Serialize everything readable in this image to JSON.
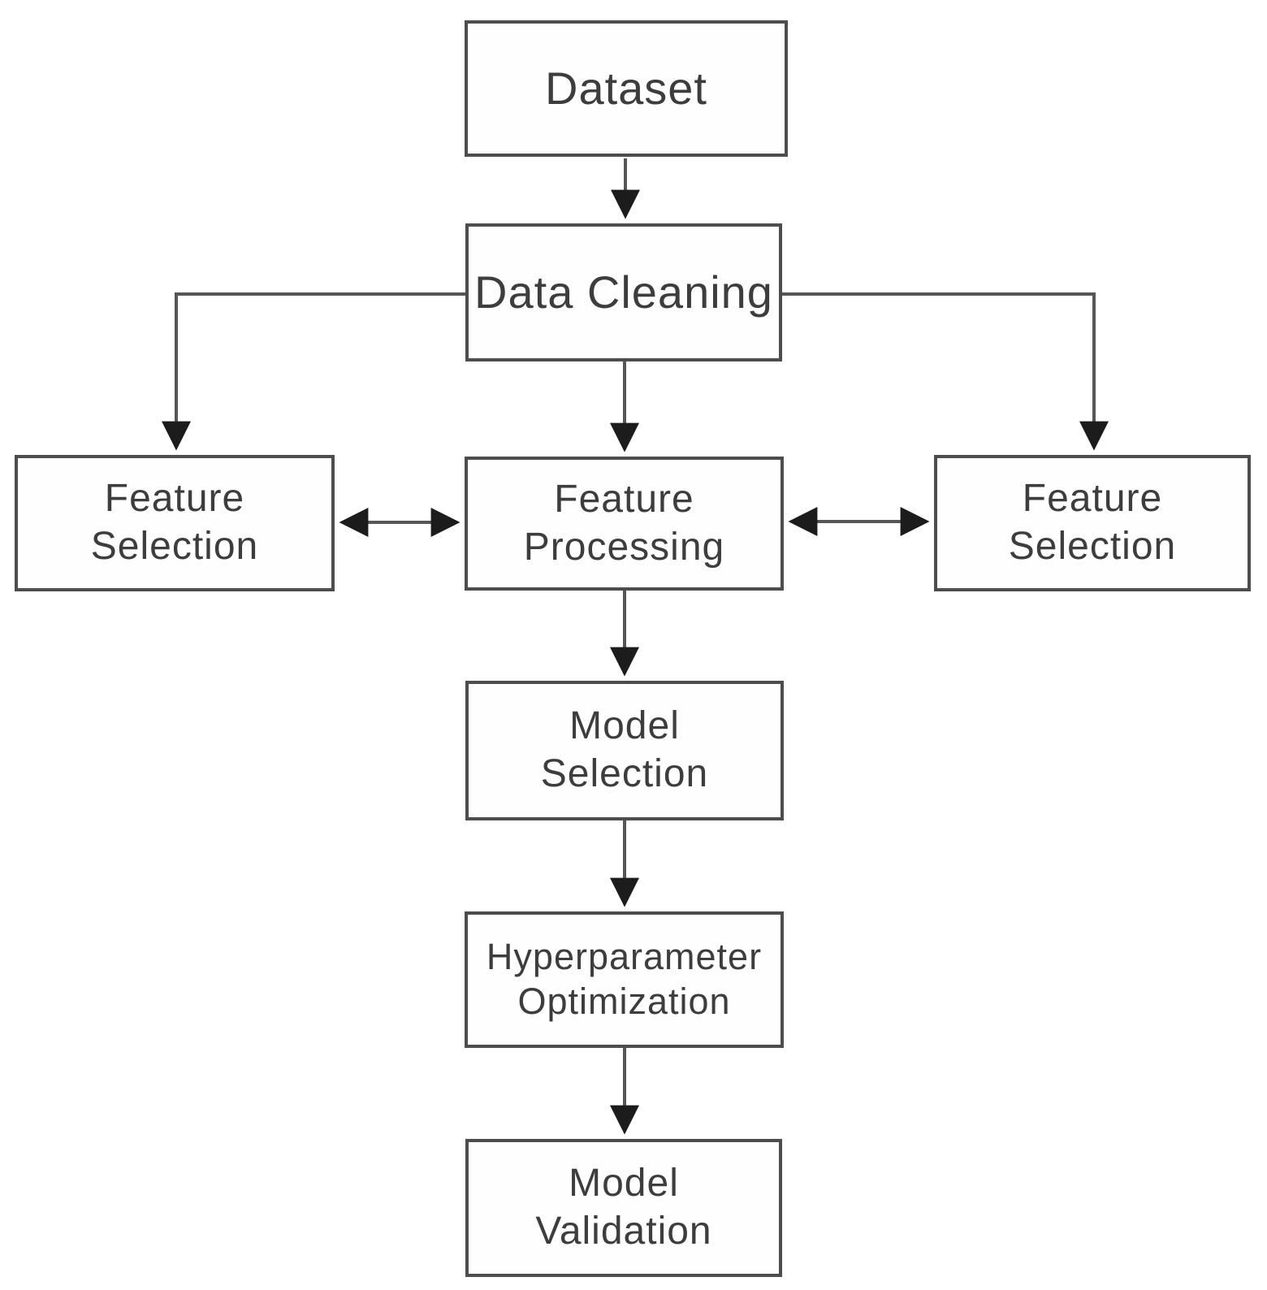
{
  "diagram": {
    "type": "flowchart",
    "description": "Machine learning workflow pipeline",
    "nodes": {
      "dataset": {
        "label": "Dataset"
      },
      "data_cleaning": {
        "label": "Data Cleaning"
      },
      "feature_selection_left": {
        "label": "Feature\nSelection"
      },
      "feature_processing": {
        "label": "Feature\nProcessing"
      },
      "feature_selection_right": {
        "label": "Feature\nSelection"
      },
      "model_selection": {
        "label": "Model\nSelection"
      },
      "hyperparameter_optimization": {
        "label": "Hyperparameter\nOptimization"
      },
      "model_validation": {
        "label": "Model\nValidation"
      }
    },
    "edges": [
      {
        "from": "Dataset",
        "to": "Data Cleaning",
        "type": "arrow"
      },
      {
        "from": "Data Cleaning",
        "to": "Feature Selection (left)",
        "type": "arrow"
      },
      {
        "from": "Data Cleaning",
        "to": "Feature Processing",
        "type": "arrow"
      },
      {
        "from": "Data Cleaning",
        "to": "Feature Selection (right)",
        "type": "arrow"
      },
      {
        "from": "Feature Selection (left)",
        "to": "Feature Processing",
        "type": "double-arrow"
      },
      {
        "from": "Feature Processing",
        "to": "Feature Selection (right)",
        "type": "double-arrow"
      },
      {
        "from": "Feature Processing",
        "to": "Model Selection",
        "type": "arrow"
      },
      {
        "from": "Model Selection",
        "to": "Hyperparameter Optimization",
        "type": "arrow"
      },
      {
        "from": "Hyperparameter Optimization",
        "to": "Model Validation",
        "type": "arrow"
      }
    ],
    "colors": {
      "box_border": "#4d4d4d",
      "box_fill": "#fefefe",
      "line": "#565656",
      "arrowhead": "#1c1c1c",
      "text": "#3d3d3d",
      "background": "#ffffff"
    }
  }
}
